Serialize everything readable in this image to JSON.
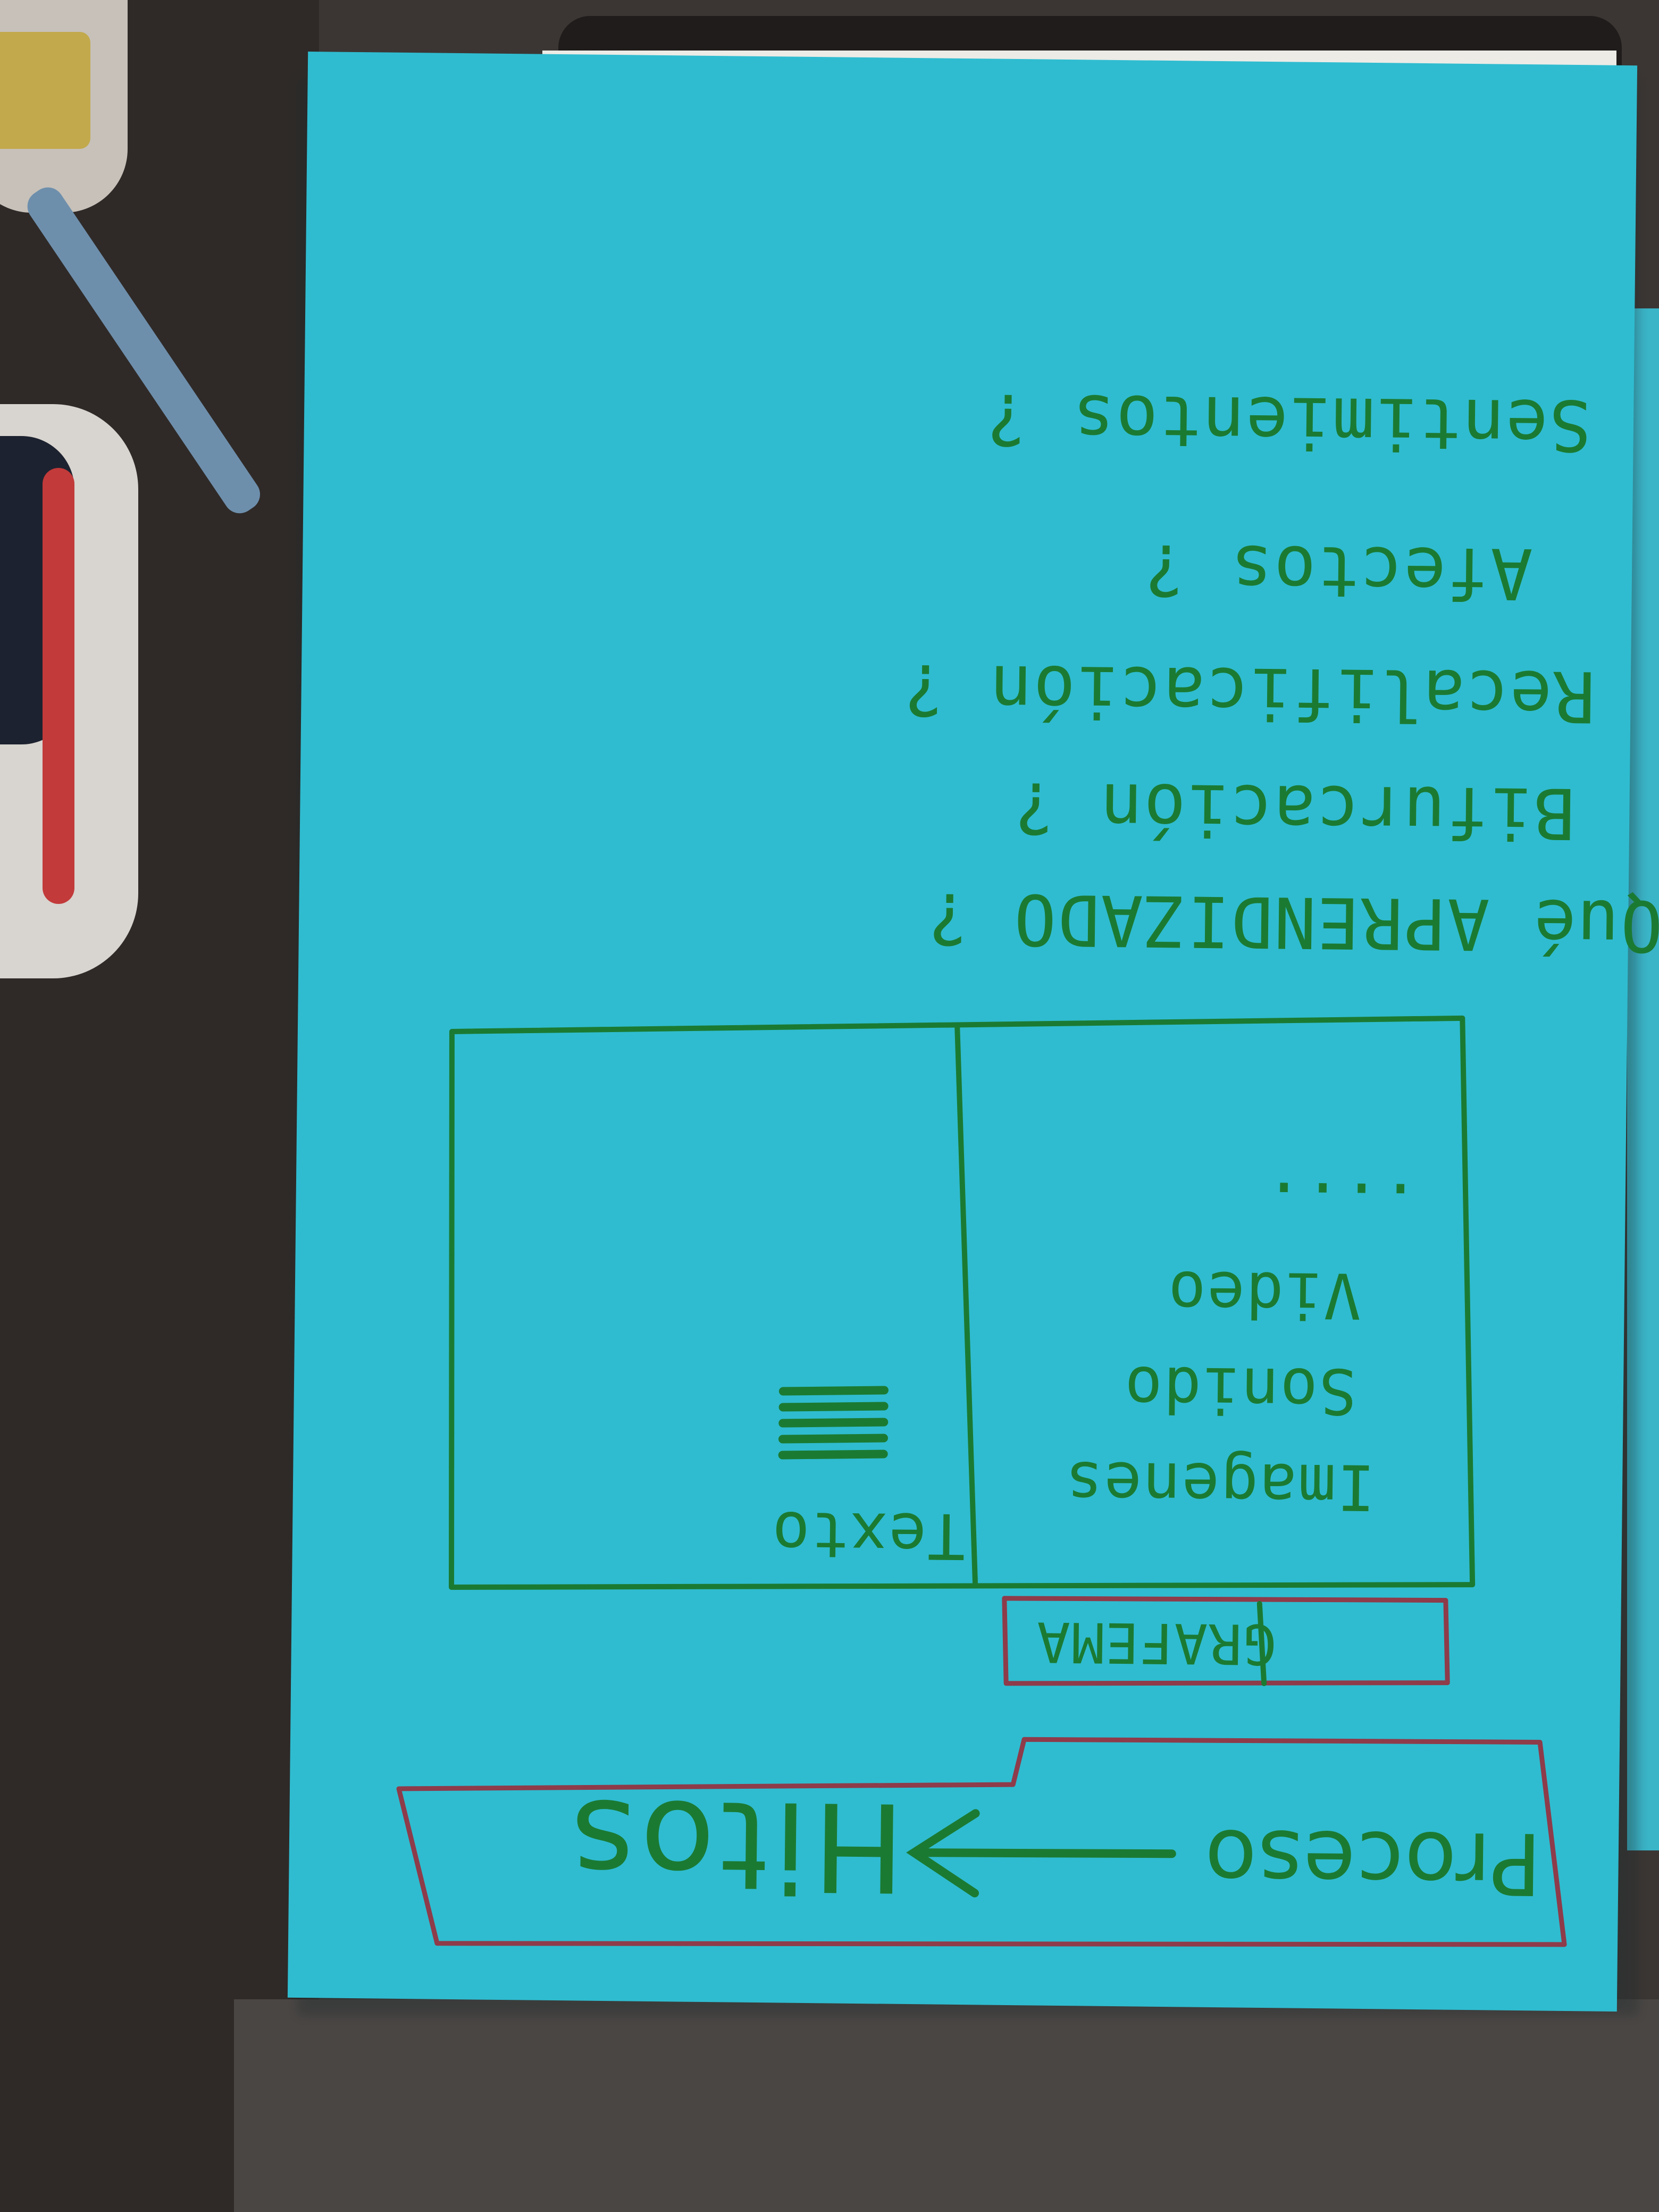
{
  "note": {
    "questions": [
      "Qué APRENDIZADO ?",
      "Bifurcación ?",
      "Recalificación ?",
      "Afectos ?",
      "Sentimientos ?"
    ],
    "diagram": {
      "left_panel_items": [
        "Imagenes",
        "Sonido",
        "Video",
        "...."
      ],
      "right_panel_label": "Texto",
      "caption": "GRAFEMA"
    },
    "footer": {
      "left": "Proceso",
      "right": "Hitos"
    }
  },
  "colors": {
    "paper": "#2fbcd0",
    "ink_green": "#1b7a32",
    "ink_red": "#8e3b4a"
  }
}
